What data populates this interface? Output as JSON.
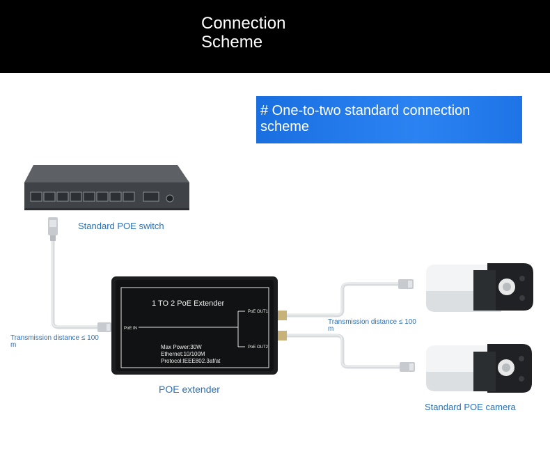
{
  "header": {
    "title_line1": "Connection",
    "title_line2": "Scheme"
  },
  "banner": {
    "text": "# One-to-two standard connection scheme",
    "color": "#1f74e6"
  },
  "labels": {
    "switch": "Standard POE switch",
    "distance_left": "Transmission distance ≤ 100 m",
    "distance_right": "Transmission distance ≤ 100 m",
    "extender": "POE extender",
    "camera": "Standard POE camera"
  },
  "extender_box": {
    "title": "1 TO 2 PoE Extender",
    "poe_in": "PoE IN",
    "poe_out1": "PoE OUT1",
    "poe_out2": "PoE OUT2",
    "spec1": "Max Power:30W",
    "spec2": "Ethernet:10/100M",
    "spec3": "Protocol:IEEE802.3af/at"
  },
  "colors": {
    "label": "#2a6fb7",
    "cable": "#d7dadc"
  },
  "icons": [
    "poe-switch-icon",
    "rj45-connector-icon",
    "bullet-camera-icon"
  ]
}
